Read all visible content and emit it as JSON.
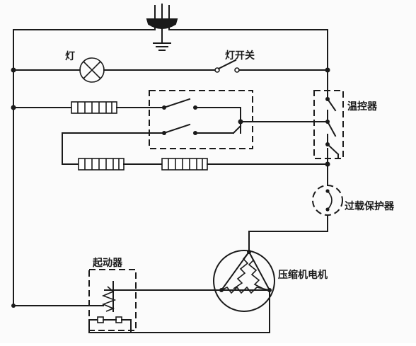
{
  "labels": {
    "lamp": "灯",
    "lamp_switch": "灯开关",
    "thermostat": "温控器",
    "overload_protector": "过载保护器",
    "starter": "起动器",
    "compressor_motor": "压缩机电机"
  },
  "colors": {
    "line": "#1a1a1a",
    "background": "#fbfbfb"
  },
  "icons": {
    "plug": "power-plug-icon",
    "ground": "ground-icon",
    "lamp": "lamp-icon"
  }
}
